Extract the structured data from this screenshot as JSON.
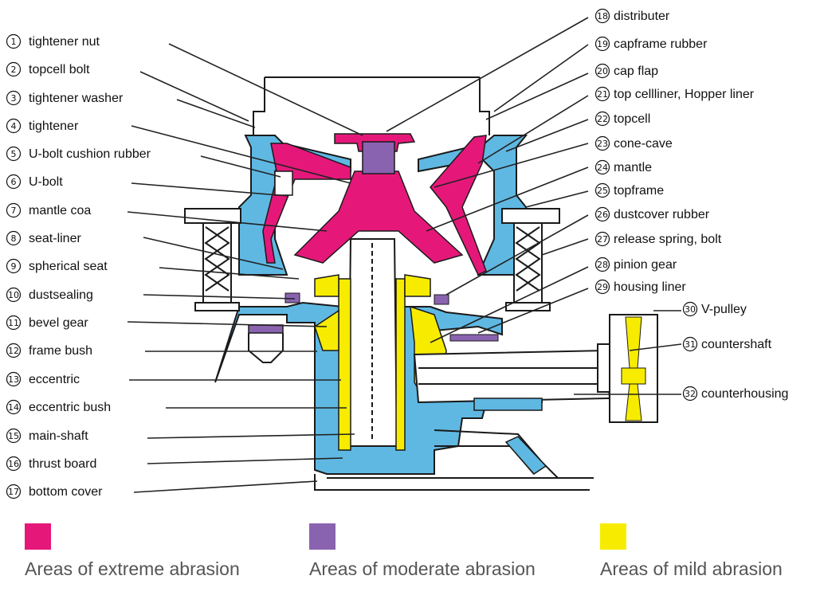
{
  "labels_left": [
    {
      "num": "1",
      "text": "tightener nut"
    },
    {
      "num": "2",
      "text": "topcell bolt"
    },
    {
      "num": "3",
      "text": "tightener washer"
    },
    {
      "num": "4",
      "text": "tightener"
    },
    {
      "num": "5",
      "text": "U-bolt cushion rubber"
    },
    {
      "num": "6",
      "text": "U-bolt"
    },
    {
      "num": "7",
      "text": "mantle coa"
    },
    {
      "num": "8",
      "text": "seat-liner"
    },
    {
      "num": "9",
      "text": "spherical seat"
    },
    {
      "num": "10",
      "text": "dustsealing"
    },
    {
      "num": "11",
      "text": "bevel gear"
    },
    {
      "num": "12",
      "text": "frame bush"
    },
    {
      "num": "13",
      "text": "eccentric"
    },
    {
      "num": "14",
      "text": "eccentric bush"
    },
    {
      "num": "15",
      "text": "main-shaft"
    },
    {
      "num": "16",
      "text": "thrust board"
    },
    {
      "num": "17",
      "text": "bottom cover"
    }
  ],
  "labels_right": [
    {
      "num": "18",
      "text": "distributer"
    },
    {
      "num": "19",
      "text": "capframe rubber"
    },
    {
      "num": "20",
      "text": "cap flap"
    },
    {
      "num": "21",
      "text": "top cellliner, Hopper liner"
    },
    {
      "num": "22",
      "text": "topcell"
    },
    {
      "num": "23",
      "text": "cone-cave"
    },
    {
      "num": "24",
      "text": "mantle"
    },
    {
      "num": "25",
      "text": "topframe"
    },
    {
      "num": "26",
      "text": "dustcover rubber"
    },
    {
      "num": "27",
      "text": "release spring, bolt"
    },
    {
      "num": "28",
      "text": "pinion gear"
    },
    {
      "num": "29",
      "text": "housing liner"
    },
    {
      "num": "30",
      "text": "V-pulley"
    },
    {
      "num": "31",
      "text": "countershaft"
    },
    {
      "num": "32",
      "text": "counterhousing"
    }
  ],
  "legend": [
    {
      "color": "#e5187a",
      "text": "Areas of extreme abrasion"
    },
    {
      "color": "#8a63b0",
      "text": "Areas of moderate abrasion"
    },
    {
      "color": "#f7ec00",
      "text": "Areas of mild abrasion"
    }
  ],
  "colors": {
    "body": "#5fb8e2",
    "extreme": "#e5187a",
    "moderate": "#8a63b0",
    "mild": "#f7ec00",
    "outline": "#1a1a1a"
  }
}
